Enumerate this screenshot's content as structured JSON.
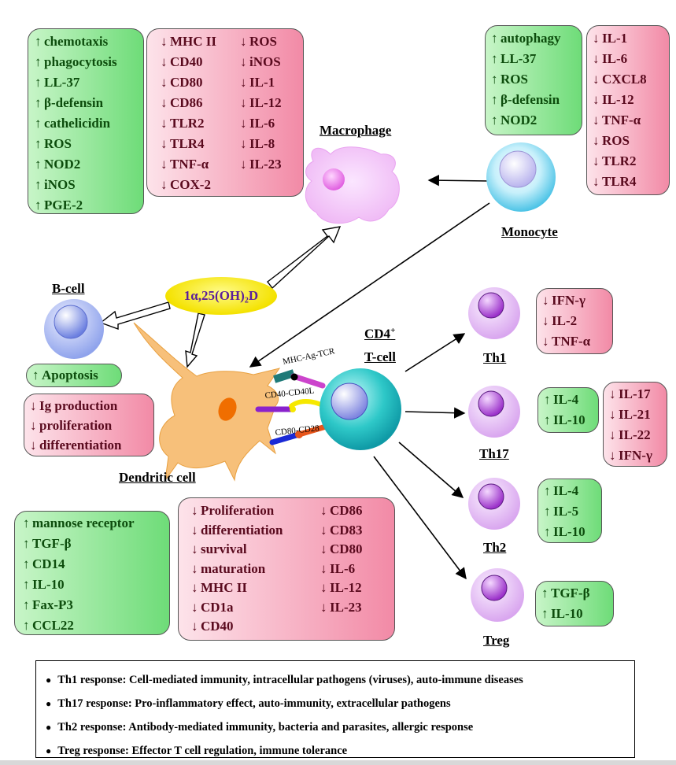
{
  "macrophage_up": [
    "chemotaxis",
    "phagocytosis",
    "LL-37",
    "β-defensin",
    "cathelicidin",
    "ROS",
    "NOD2",
    "iNOS",
    "PGE-2"
  ],
  "macrophage_down_col1": [
    "MHC II",
    "CD40",
    "CD80",
    "CD86",
    "TLR2",
    "TLR4",
    "TNF-α",
    "COX-2"
  ],
  "macrophage_down_col2": [
    "ROS",
    "iNOS",
    "IL-1",
    "IL-12",
    "IL-6",
    "IL-8",
    "IL-23"
  ],
  "monocyte_up": [
    "autophagy",
    "LL-37",
    "ROS",
    "β-defensin",
    "NOD2"
  ],
  "monocyte_down": [
    "IL-1",
    "IL-6",
    "CXCL8",
    "IL-12",
    "TNF-α",
    "ROS",
    "TLR2",
    "TLR4"
  ],
  "labels": {
    "macrophage": "Macrophage",
    "monocyte": "Monocyte",
    "bcell": "B-cell",
    "dendritic": "Dendritic cell",
    "cd4": "CD4",
    "cd4_sup": "+",
    "tcell": "T-cell",
    "th1": "Th1",
    "th17": "Th17",
    "th2": "Th2",
    "treg": "Treg",
    "vitd": "1α,25(OH)₂D",
    "mhc_tcr": "MHC-Ag-TCR",
    "cd40_cd40l": "CD40-CD40L",
    "cd80_cd28": "CD80-CD28"
  },
  "bcell_up": [
    "Apoptosis"
  ],
  "bcell_down": [
    "Ig production",
    "proliferation",
    "differentiation"
  ],
  "dc_up": [
    "mannose receptor",
    "TGF-β",
    "CD14",
    "IL-10",
    "Fax-P3",
    "CCL22"
  ],
  "dc_down_col1": [
    "Proliferation",
    "differentiation",
    "survival",
    "maturation",
    "MHC II",
    "CD1a",
    "CD40"
  ],
  "dc_down_col2": [
    "CD86",
    "CD83",
    "CD80",
    "IL-6",
    "IL-12",
    "IL-23"
  ],
  "th1_down": [
    "IFN-γ",
    "IL-2",
    "TNF-α"
  ],
  "th17_up": [
    "IL-4",
    "IL-10"
  ],
  "th17_down": [
    "IL-17",
    "IL-21",
    "IL-22",
    "IFN-γ"
  ],
  "th2_up": [
    "IL-4",
    "IL-5",
    "IL-10"
  ],
  "treg_up": [
    "TGF-β",
    "IL-10"
  ],
  "legend": [
    "Th1 response: Cell-mediated immunity, intracellular pathogens (viruses), auto-immune diseases",
    "Th17 response: Pro-inflammatory effect, auto-immunity, extracellular pathogens",
    "Th2 response: Antibody-mediated immunity, bacteria and parasites, allergic response",
    "Treg response: Effector T cell regulation, immune tolerance"
  ],
  "colors": {
    "up_box": "#6edc78",
    "down_box": "#f28aa6",
    "t_cell": "#2ec8c8",
    "t_subsets": "#d9a6ef",
    "dendritic": "#f7c07a",
    "bcell": "#a9b8f0",
    "vitd": "#f4e200"
  }
}
